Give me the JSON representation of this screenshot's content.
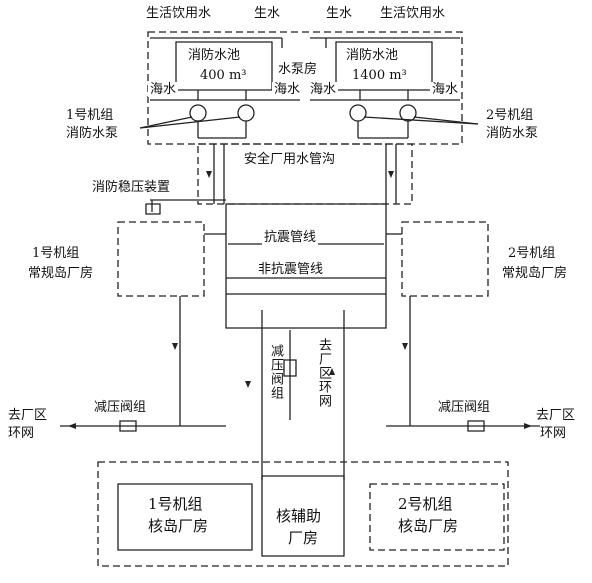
{
  "top_labels": {
    "drinking_left": "生活饮用水",
    "raw_left": "生水",
    "raw_right": "生水",
    "drinking_right": "生活饮用水"
  },
  "pools": {
    "left_title": "消防水池",
    "left_volume": "400 m³",
    "right_title": "消防水池",
    "right_volume": "1400 m³"
  },
  "pump_house": "水泵房",
  "seawater": [
    "海水",
    "海水",
    "海水",
    "海水"
  ],
  "unit1_pumps": [
    "1号机组",
    "消防水泵"
  ],
  "unit2_pumps": [
    "2号机组",
    "消防水泵"
  ],
  "safety_trench": "安全厂用水管沟",
  "stabilizer": "消防稳压装置",
  "seismic_line": "抗震管线",
  "non_seismic_line": "非抗震管线",
  "unit1_conventional": [
    "1号机组",
    "常规岛厂房"
  ],
  "unit2_conventional": [
    "2号机组",
    "常规岛厂房"
  ],
  "prv_left": "减压阀组",
  "prv_right": "减压阀组",
  "ring_left": [
    "去厂区",
    "环网"
  ],
  "ring_right": [
    "去厂区",
    "环网"
  ],
  "vertical_prv": "减压阀组",
  "vertical_ring": "去厂区环网",
  "unit1_nuclear": [
    "1号机组",
    "核岛厂房"
  ],
  "unit2_nuclear": [
    "2号机组",
    "核岛厂房"
  ],
  "aux_building": [
    "核辅助",
    "厂房"
  ]
}
